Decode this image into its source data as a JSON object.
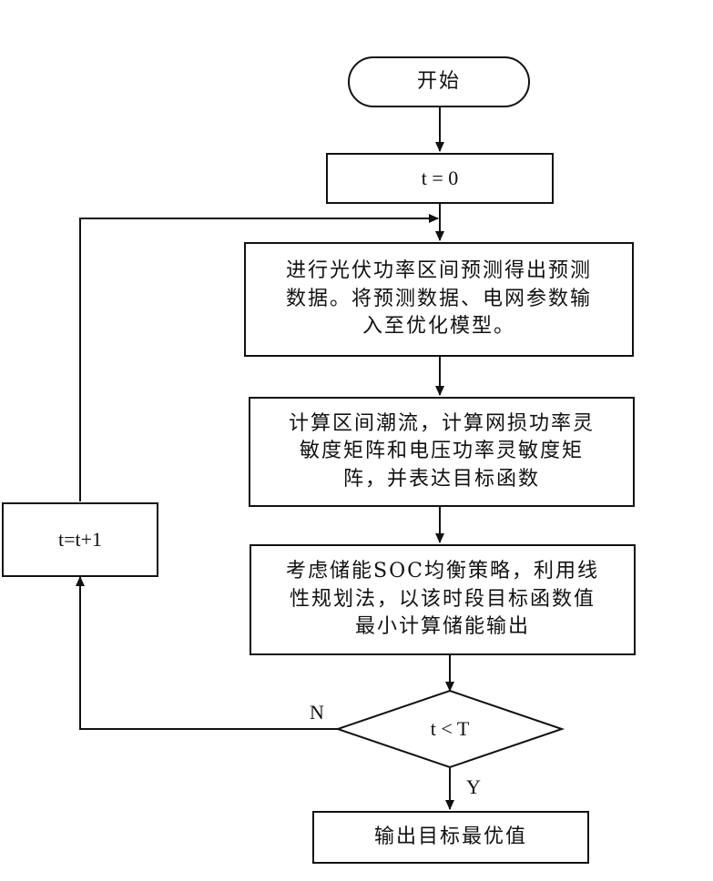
{
  "flowchart": {
    "start": "开始",
    "init": "t = 0",
    "step1": "进行光伏功率区间预测得出预测\n数据。将预测数据、电网参数输\n入至优化模型。",
    "step2": "计算区间潮流，计算网损功率灵\n敏度矩阵和电压功率灵敏度矩\n阵，并表达目标函数",
    "step3": "考虑储能SOC均衡策略，利用线\n性规划法，以该时段目标函数值\n最小计算储能输出",
    "decision": "t < T",
    "increment": "t=t+1",
    "output": "输出目标最优值",
    "label_no": "N",
    "label_yes": "Y"
  }
}
